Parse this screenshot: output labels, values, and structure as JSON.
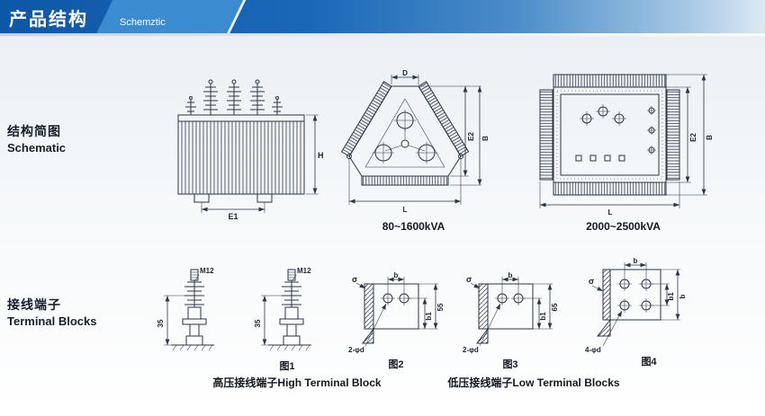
{
  "header": {
    "title": "产品结构",
    "subtitle": "Schemztic"
  },
  "theme": {
    "banner_blue": "#1660ae",
    "banner_light": "#4c9ad8",
    "line_color": "#2a3545"
  },
  "labels": {
    "schematic_cn": "结构简图",
    "schematic_en": "Schematic",
    "terminal_cn": "接线端子",
    "terminal_en": "Terminal Blocks"
  },
  "schematic": {
    "side": {
      "dim_h": "H",
      "dim_e1": "E1"
    },
    "tri": {
      "dim_d": "D",
      "dim_e2": "E2",
      "dim_b": "B",
      "dim_l": "L",
      "caption": "80~1600kVA"
    },
    "square": {
      "dim_e2": "E2",
      "dim_b": "B",
      "dim_l": "L",
      "caption": "2000~2500kVA"
    }
  },
  "terminal": {
    "bushing1": {
      "thread": "M12",
      "height": "35"
    },
    "bushing2": {
      "thread": "M12",
      "height": "35"
    },
    "fig1": "图1",
    "plate2": {
      "dim_b": "b",
      "dim_b1": "b1",
      "total": "55",
      "sigma": "σ",
      "holes": "2-φd",
      "caption": "图2"
    },
    "plate3": {
      "dim_b": "b",
      "dim_b1": "b1",
      "total": "65",
      "sigma": "σ",
      "holes": "2-φd",
      "caption": "图3"
    },
    "plate4": {
      "dim_b": "b",
      "dim_b1": "b1",
      "dim_b_outer": "b",
      "sigma": "σ",
      "holes": "4-φd",
      "caption": "图4"
    },
    "high_caption": "高压接线端子High Terminal Block",
    "low_caption": "低压接线端子Low Terminal Blocks"
  }
}
